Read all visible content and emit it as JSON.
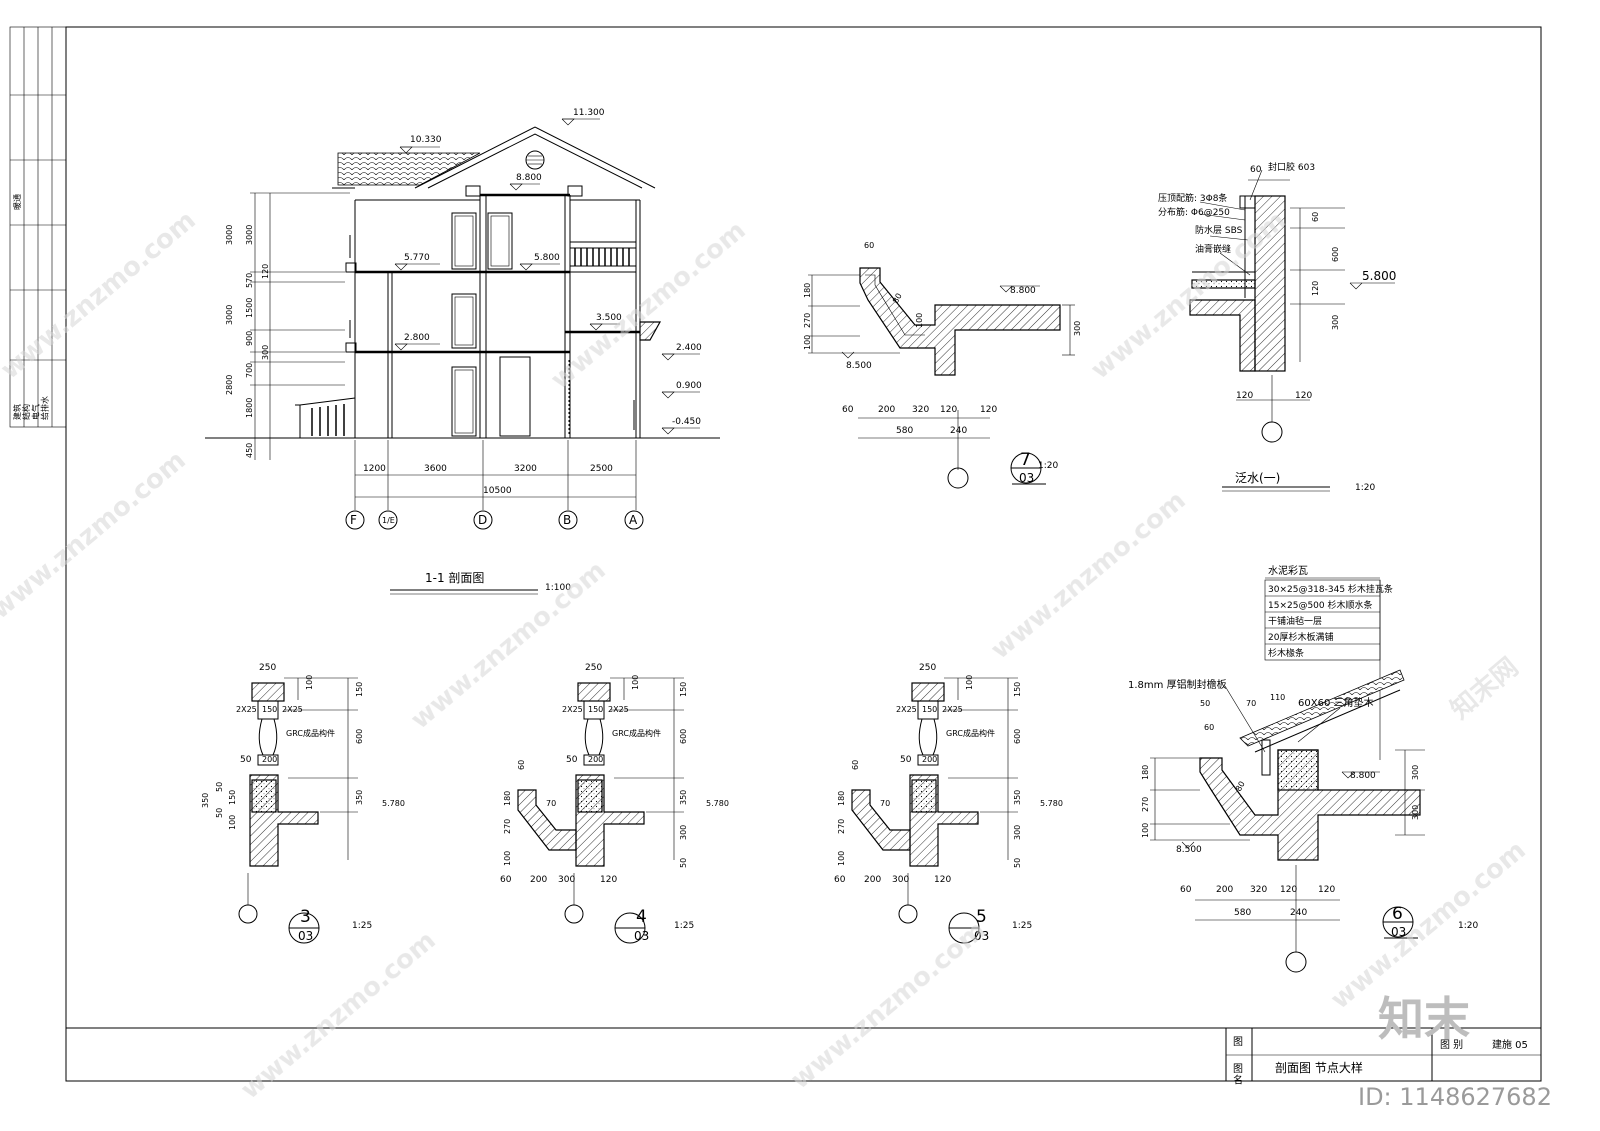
{
  "side_strip": {
    "heating": "暖通",
    "disciplines": "建筑\n结构\n电气\n给排水"
  },
  "section": {
    "title": "1-1 剖面图",
    "scale": "1:100",
    "elevations": [
      "11.300",
      "10.330",
      "8.800",
      "5.770",
      "5.800",
      "3.500",
      "2.800",
      "2.400",
      "0.900",
      "-0.450"
    ],
    "left_dims": [
      "3000",
      "570",
      "1500",
      "900",
      "300",
      "2800",
      "700",
      "1800",
      "450",
      "3000",
      "3000",
      "120"
    ],
    "bottom_dims": [
      "1200",
      "3600",
      "3200",
      "2500"
    ],
    "total_dim": "10500",
    "axes": [
      "F",
      "1/E",
      "D",
      "B",
      "A"
    ]
  },
  "detail7": {
    "num": "7",
    "sheet": "03",
    "scale": "1:20",
    "elev_top": "8.800",
    "elev_bottom": "8.500",
    "dims_v": [
      "180",
      "270",
      "100",
      "300"
    ],
    "dims_h": [
      "60",
      "200",
      "320",
      "120",
      "120"
    ],
    "dims_h2": [
      "580",
      "240"
    ],
    "dims_top": [
      "60",
      "80",
      "100"
    ]
  },
  "flashing": {
    "title": "泛水(一)",
    "scale": "1:20",
    "elev": "5.800",
    "labels": [
      "封口胶 603",
      "压顶配筋: 3Φ8条",
      "分布筋: Φ6@250",
      "防水层 SBS",
      "油膏嵌缝"
    ],
    "dims_v": [
      "60",
      "600",
      "120",
      "300"
    ],
    "dims_h": [
      "60",
      "120",
      "120"
    ]
  },
  "detail6": {
    "num": "6",
    "sheet": "03",
    "scale": "1:20",
    "layers": [
      "水泥彩瓦",
      "30×25@318-345 杉木挂瓦条",
      "15×25@500 杉木顺水条",
      "干铺油毡一层",
      "20厚杉木板满铺",
      "杉木椽条"
    ],
    "triangle": "60X60 三角垫木",
    "fascia": "1.8mm 厚铝制封檐板",
    "elev_top": "8.800",
    "elev_bottom": "8.500",
    "dims_v": [
      "180",
      "270",
      "100",
      "300",
      "300"
    ],
    "dims_h": [
      "60",
      "200",
      "320",
      "120",
      "120"
    ],
    "dims_h2": [
      "580",
      "240"
    ],
    "dims_top": [
      "50",
      "70",
      "110",
      "60",
      "80"
    ]
  },
  "detail3": {
    "num": "3",
    "sheet": "03",
    "scale": "1:25",
    "elev": "5.780",
    "top": "250",
    "grc": "GRC成品构件",
    "dims_small": [
      "2X25",
      "150",
      "2X25",
      "50",
      "200"
    ],
    "dims_v": [
      "100",
      "150",
      "600",
      "350"
    ],
    "dims_l": [
      "350",
      "50",
      "150",
      "50",
      "100"
    ]
  },
  "detail4": {
    "num": "4",
    "sheet": "03",
    "scale": "1:25",
    "elev": "5.780",
    "top": "250",
    "grc": "GRC成品构件",
    "dims_small": [
      "2X25",
      "150",
      "2X25",
      "50",
      "200"
    ],
    "dims_v": [
      "100",
      "150",
      "600",
      "350",
      "300",
      "50"
    ],
    "dims_l": [
      "60",
      "180",
      "270",
      "100"
    ],
    "dims_h": [
      "60",
      "200",
      "300",
      "120"
    ],
    "dims_mid": [
      "70"
    ]
  },
  "detail5": {
    "num": "5",
    "sheet": "03",
    "scale": "1:25",
    "elev": "5.780",
    "top": "250",
    "grc": "GRC成品构件",
    "dims_small": [
      "2X25",
      "150",
      "2X25",
      "50",
      "200"
    ],
    "dims_v": [
      "100",
      "150",
      "600",
      "350",
      "300",
      "50"
    ],
    "dims_l": [
      "60",
      "180",
      "270",
      "100"
    ],
    "dims_h": [
      "60",
      "200",
      "300",
      "120"
    ],
    "dims_mid": [
      "70"
    ]
  },
  "title_block": {
    "label_drawing": "图",
    "label_name": "图\n名",
    "drawing_name": "剖面图 节点大样",
    "label_no": "图 别",
    "drawing_no": "建施 05"
  },
  "watermarks": {
    "site": "www.znzmo.com",
    "brand": "知末网",
    "logo": "知末",
    "id": "ID: 1148627682"
  }
}
